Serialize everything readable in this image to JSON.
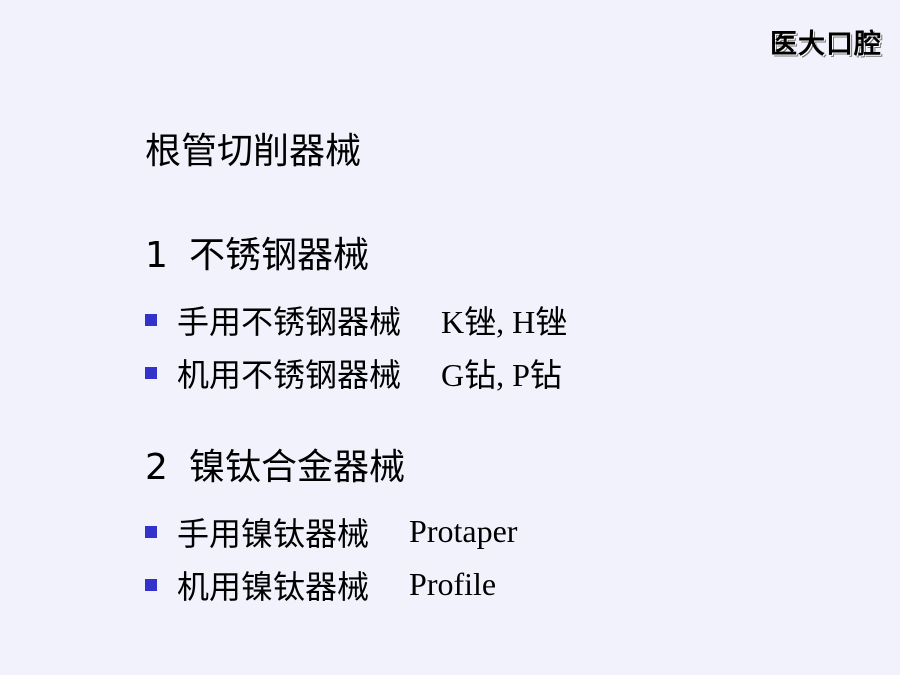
{
  "logo": "医大口腔",
  "title": "根管切削器械",
  "sections": [
    {
      "number": "1",
      "heading": "不锈钢器械",
      "items": [
        {
          "label": "手用不锈钢器械",
          "value": "K锉, H锉"
        },
        {
          "label": "机用不锈钢器械",
          "value": "G钻, P钻"
        }
      ]
    },
    {
      "number": "2",
      "heading": "镍钛合金器械",
      "items": [
        {
          "label": "手用镍钛器械",
          "value": "Protaper"
        },
        {
          "label": "机用镍钛器械",
          "value": "Profile"
        }
      ]
    }
  ],
  "colors": {
    "background": "#f2f2fc",
    "bullet": "#3333cc"
  }
}
